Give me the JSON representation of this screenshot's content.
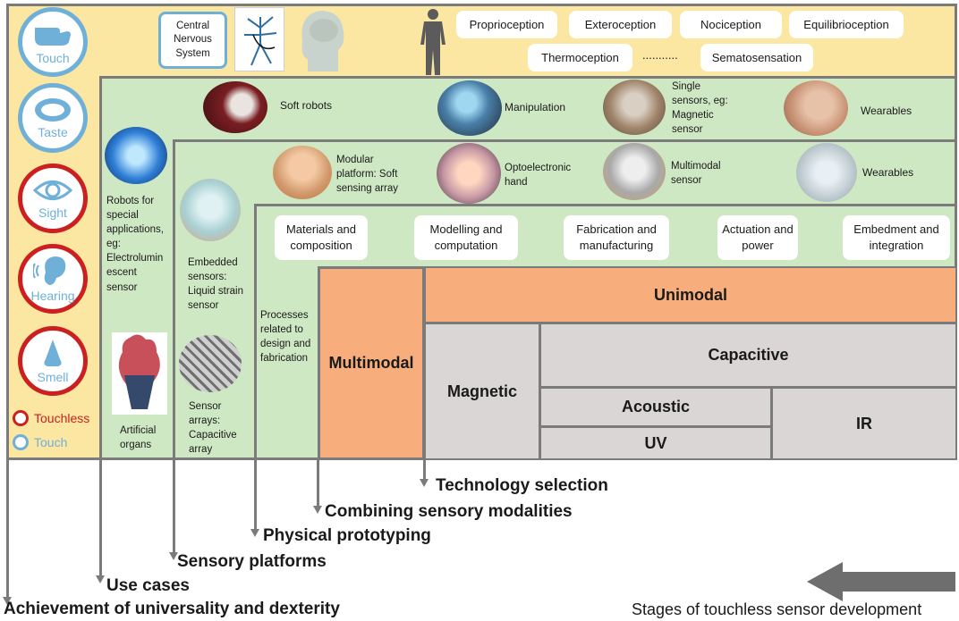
{
  "senses": {
    "touch": "Touch",
    "taste": "Taste",
    "sight": "Sight",
    "hearing": "Hearing",
    "smell": "Smell",
    "legend_touchless": "Touchless",
    "legend_touch": "Touch"
  },
  "cns": "Central Nervous System",
  "perceptions": [
    "Proprioception",
    "Exteroception",
    "Nociception",
    "Equilibrioception",
    "Thermoception",
    "...........",
    "Sematosensation"
  ],
  "use_cases": {
    "soft_robots": "Soft robots",
    "manipulation": "Manipulation",
    "single_sensors": "Single sensors, eg: Magnetic sensor",
    "wearables": "Wearables",
    "robots_special": "Robots for special applications, eg: Electrolumin escent sensor",
    "artificial_organs": "Artificial organs"
  },
  "platforms": {
    "modular": "Modular platform: Soft sensing array",
    "optoelectronic": "Optoelectronic hand",
    "multimodal_sensor": "Multimodal sensor",
    "wearables": "Wearables",
    "embedded": "Embedded sensors: Liquid strain sensor",
    "sensor_arrays": "Sensor arrays: Capacitive array"
  },
  "processes": {
    "label": "Processes related to design and fabrication",
    "items": [
      "Materials and composition",
      "Modelling and computation",
      "Fabrication and manufacturing",
      "Actuation and power",
      "Embedment and integration"
    ]
  },
  "technologies": {
    "multimodal": "Multimodal",
    "unimodal": "Unimodal",
    "magnetic": "Magnetic",
    "capacitive": "Capacitive",
    "acoustic": "Acoustic",
    "uv": "UV",
    "ir": "IR"
  },
  "stages": {
    "technology_selection": "Technology selection",
    "combining": "Combining sensory modalities",
    "physical_prototyping": "Physical prototyping",
    "sensory_platforms": "Sensory platforms",
    "use_cases": "Use cases",
    "achievement": "Achievement of universality and dexterity",
    "caption": "Stages of touchless sensor development"
  },
  "colors": {
    "yellow": "#fbe6a2",
    "green": "#cfe8c4",
    "orange": "#f7ae7c",
    "grey": "#d9d6d5",
    "touch_blue": "#6fb0d8",
    "touchless_red": "#cc1f1f",
    "border": "#7b7b7b"
  }
}
